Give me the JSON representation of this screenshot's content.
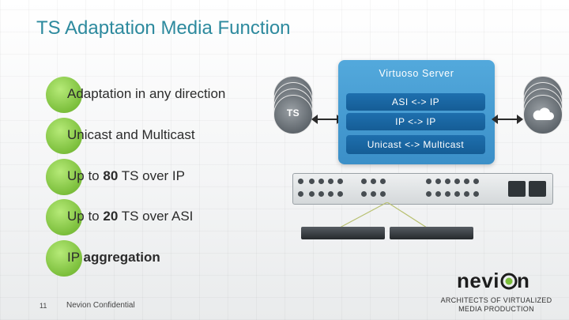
{
  "slide": {
    "title": "TS Adaptation Media Function",
    "bullets": [
      {
        "pre": "Adaptation in any direction",
        "strong": "",
        "post": ""
      },
      {
        "pre": "Unicast and Multicast",
        "strong": "",
        "post": ""
      },
      {
        "pre": "Up to ",
        "strong": "80",
        "post": " TS over IP"
      },
      {
        "pre": "Up to ",
        "strong": "20",
        "post": " TS over ASI"
      },
      {
        "pre": "IP ",
        "strong": "aggregation",
        "post": ""
      }
    ]
  },
  "diagram": {
    "server_title": "Virtuoso Server",
    "conversions": [
      "ASI <-> IP",
      "IP <-> IP",
      "Unicast <-> Multicast"
    ],
    "ts_label": "TS",
    "cloud_icon": "cloud-icon",
    "arrow_icon": "double-arrow-icon"
  },
  "footer": {
    "page_number": "11",
    "confidential": "Nevion Confidential",
    "tagline_line1": "ARCHITECTS OF VIRTUALIZED",
    "tagline_line2": "MEDIA PRODUCTION"
  },
  "colors": {
    "title": "#2d8a9e",
    "bullet_green": "#7cbf3c",
    "server_blue": "#3b8fc8",
    "pill_blue": "#155d96",
    "disc_gray": "#5f666c"
  }
}
